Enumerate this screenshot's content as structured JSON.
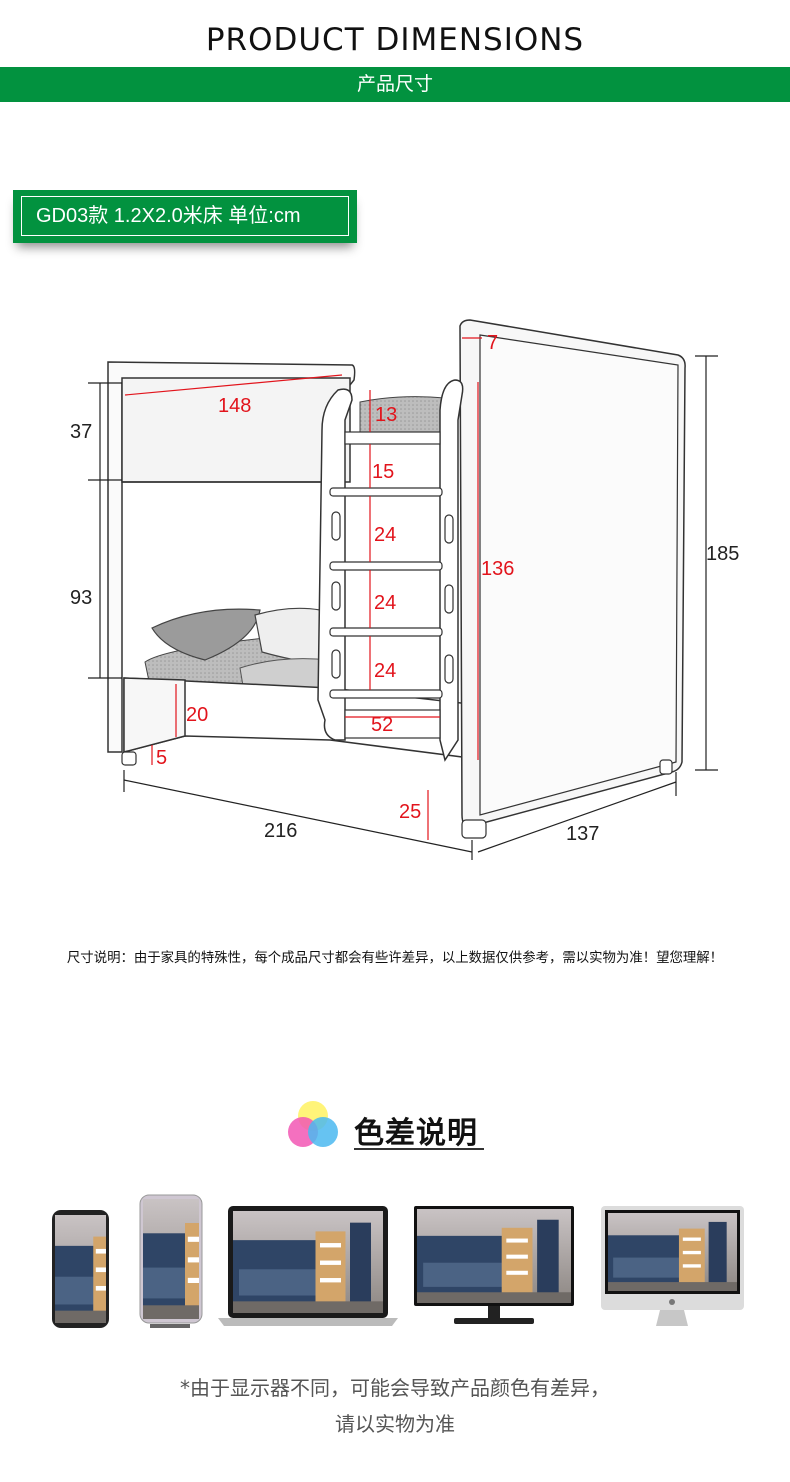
{
  "header": {
    "title": "PRODUCT DIMENSIONS",
    "subtitle": "产品尺寸"
  },
  "badge": {
    "label": "GD03款 1.2X2.0米床 单位:cm"
  },
  "dimensions": {
    "top_headboard_width": "148",
    "upper_rail": "7",
    "left_upper_height": "37",
    "left_lower_height": "93",
    "total_height": "185",
    "ladder_top": "13",
    "step_1": "15",
    "step_2": "24",
    "step_3": "24",
    "step_4": "24",
    "ladder_height": "136",
    "ladder_width": "52",
    "bed_side_height": "20",
    "leg_height_left": "5",
    "leg_height_right": "25",
    "length": "216",
    "width": "137"
  },
  "note": "尺寸说明：由于家具的特殊性，每个成品尺寸都会有些许差异，以上数据仅供参考，需以实物为准！望您理解！",
  "color_section": {
    "title": "色差说明",
    "footnote_line1": "*由于显示器不同，可能会导致产品颜色有差异，",
    "footnote_line2": "请以实物为准"
  },
  "colors": {
    "green": "#02923f",
    "dimension_red": "#e2141c"
  }
}
